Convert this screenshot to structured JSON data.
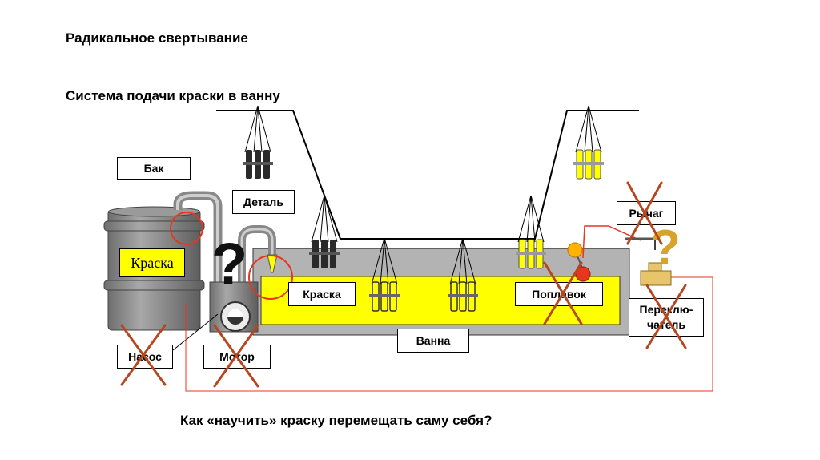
{
  "slide": {
    "title": "Радикальное свертывание",
    "subtitle": "Система подачи краски в ванну",
    "question": "Как «научить» краску перемещать саму себя?"
  },
  "labels": {
    "tank": "Бак",
    "part": "Деталь",
    "paint_on_tank": "Краска",
    "paint_in_bath": "Краска",
    "float": "Поплавок",
    "lever": "Рычаг",
    "switch_line1": "Переклю-",
    "switch_line2": "чатель",
    "bath": "Ванна",
    "pump": "Насос",
    "motor": "Мотор",
    "question_mark": "?"
  },
  "colors": {
    "paint": "#ffff00",
    "metal": "#8c8c8c",
    "cross": "#b5461e",
    "circle": "#e8351e",
    "wire": "#e8351e",
    "question_tan": "#d9a22a",
    "bath_body": "#b3b3b3"
  }
}
